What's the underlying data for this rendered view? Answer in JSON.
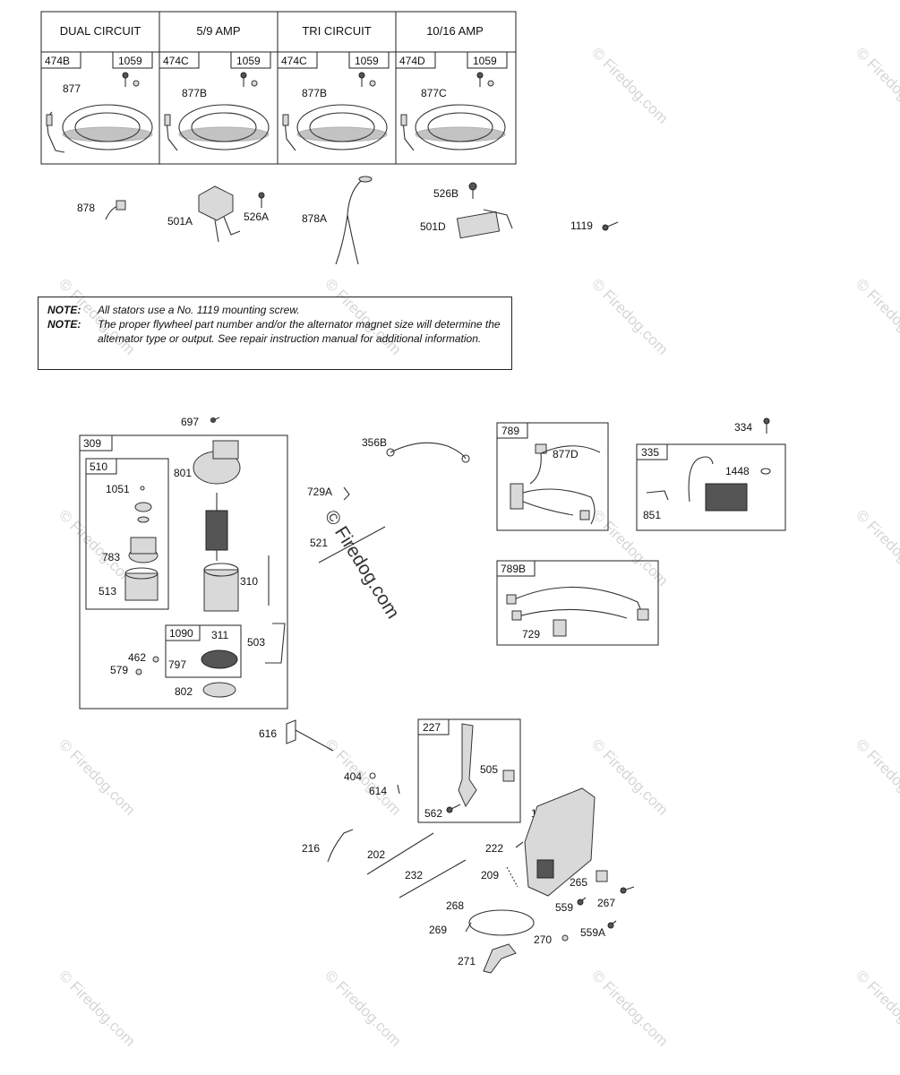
{
  "stator_headers": [
    "DUAL CIRCUIT",
    "5/9 AMP",
    "TRI CIRCUIT",
    "10/16 AMP"
  ],
  "stator_cells": [
    {
      "part": "474B",
      "screw": "1059",
      "lead": "877"
    },
    {
      "part": "474C",
      "screw": "1059",
      "lead": "877B"
    },
    {
      "part": "474C",
      "screw": "1059",
      "lead": "877B"
    },
    {
      "part": "474D",
      "screw": "1059",
      "lead": "877C"
    }
  ],
  "parts_row": {
    "p878": "878",
    "p501A": "501A",
    "p526A": "526A",
    "p878A": "878A",
    "p526B": "526B",
    "p501D": "501D",
    "p1119": "1119"
  },
  "note": {
    "label1": "NOTE:",
    "line1": "All stators use a No. 1119 mounting screw.",
    "label2": "NOTE:",
    "line2": "The proper flywheel part number and/or the alternator magnet size will determine the alternator type or output. See repair instruction manual for additional information."
  },
  "starter": {
    "p697": "697",
    "box309": "309",
    "box510": "510",
    "p1051": "1051",
    "p783": "783",
    "p513": "513",
    "p801": "801",
    "p310": "310",
    "box1090": "1090",
    "p311": "311",
    "p797": "797",
    "p503": "503",
    "p462": "462",
    "p579": "579",
    "p802": "802"
  },
  "middle": {
    "p356B": "356B",
    "p729A": "729A",
    "p521": "521",
    "box789": "789",
    "p877D": "877D",
    "p334": "334",
    "box335": "335",
    "p1448": "1448",
    "p851": "851",
    "box789B": "789B",
    "p729": "729"
  },
  "controls": {
    "p616": "616",
    "p404": "404",
    "p614": "614",
    "box227": "227",
    "p505": "505",
    "p562": "562",
    "p188": "188",
    "p216": "216",
    "p202": "202",
    "p222": "222",
    "p232": "232",
    "p209": "209",
    "p265": "265",
    "p267": "267",
    "p268": "268",
    "p559": "559",
    "p269": "269",
    "p270": "270",
    "p559A": "559A",
    "p271": "271"
  },
  "watermark": {
    "text": "© Firedog.com"
  }
}
